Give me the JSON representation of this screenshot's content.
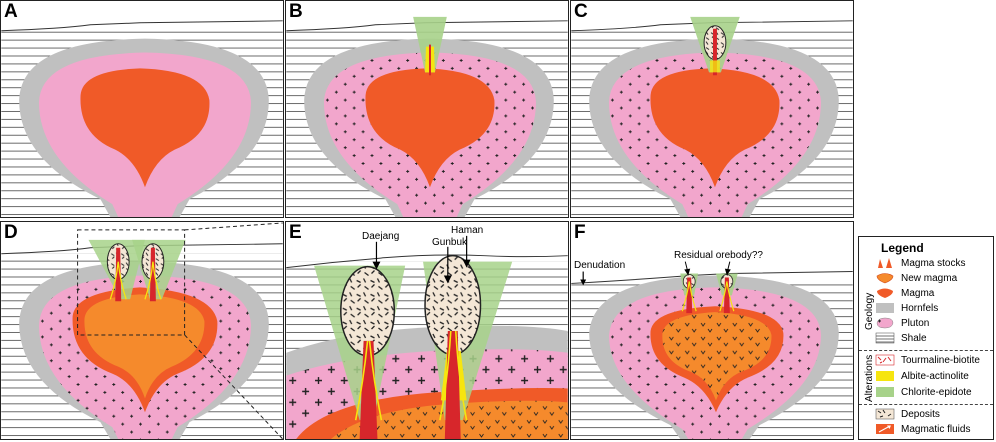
{
  "panels": {
    "a": {
      "label": "A"
    },
    "b": {
      "label": "B"
    },
    "c": {
      "label": "C"
    },
    "d": {
      "label": "D"
    },
    "e": {
      "label": "E",
      "annotations": {
        "daejang": "Daejang",
        "gunbuk": "Gunbuk",
        "haman": "Haman"
      }
    },
    "f": {
      "label": "F",
      "annotations": {
        "denudation": "Denudation",
        "residual": "Residual orebody??"
      }
    }
  },
  "legend": {
    "title": "Legend",
    "groups": {
      "geology": "Geology",
      "alterations": "Alterations"
    },
    "items": {
      "magma_stocks": "Magma stocks",
      "new_magma": "New magma",
      "magma": "Magma",
      "hornfels": "Hornfels",
      "pluton": "Pluton",
      "shale": "Shale",
      "tourmaline_biotite": "Tourmaline-biotite",
      "albite_actinolite": "Albite-actinolite",
      "chlorite_epidote": "Chlorite-epidote",
      "deposits": "Deposits",
      "magmatic_fluids": "Magmatic fluids"
    }
  },
  "colors": {
    "magma": "#f05a28",
    "new_magma": "#f58a2c",
    "hornfels": "#c0c0c0",
    "pluton": "#f2a6cc",
    "chlorite_epidote": "#a7d28a",
    "albite_actinolite": "#f6e50f",
    "tourmaline": "#d7262b"
  }
}
